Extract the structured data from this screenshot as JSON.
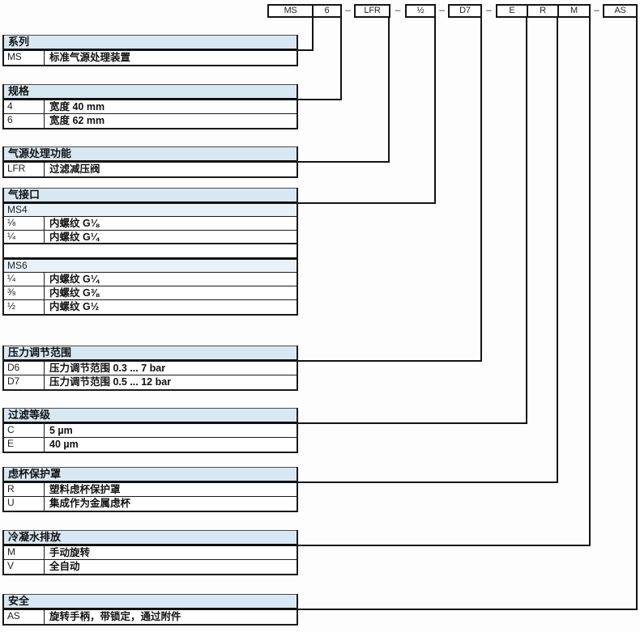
{
  "colors": {
    "header_bg": "#d8e8f3",
    "subheader_bg": "#e9f1f8",
    "border": "#1a1a1a"
  },
  "code": {
    "boxes": [
      "MS",
      "6",
      "LFR",
      "½",
      "D7",
      "E",
      "R",
      "M",
      "AS"
    ],
    "separator": "–"
  },
  "sections": [
    {
      "title": "系列",
      "rows": [
        {
          "code": "MS",
          "desc": "标准气源处理装置"
        }
      ]
    },
    {
      "title": "规格",
      "rows": [
        {
          "code": "4",
          "desc": "宽度 40 mm"
        },
        {
          "code": "6",
          "desc": "宽度 62 mm"
        }
      ]
    },
    {
      "title": "气源处理功能",
      "rows": [
        {
          "code": "LFR",
          "desc": "过滤减压阀"
        }
      ]
    },
    {
      "title": "气接口",
      "groups": [
        {
          "label": "MS4",
          "rows": [
            {
              "code": "⅛",
              "desc": "内螺纹 G⅛"
            },
            {
              "code": "¼",
              "desc": "内螺纹 G¼"
            }
          ]
        },
        {
          "label": "MS6",
          "rows": [
            {
              "code": "¼",
              "desc": "内螺纹 G¼"
            },
            {
              "code": "⅜",
              "desc": "内螺纹 G⅜"
            },
            {
              "code": "½",
              "desc": "内螺纹 G½"
            }
          ]
        }
      ]
    },
    {
      "title": "压力调节范围",
      "rows": [
        {
          "code": "D6",
          "desc": "压力调节范围 0.3 ... 7 bar"
        },
        {
          "code": "D7",
          "desc": "压力调节范围 0.5 ... 12 bar"
        }
      ]
    },
    {
      "title": "过滤等级",
      "rows": [
        {
          "code": "C",
          "desc": "5 µm"
        },
        {
          "code": "E",
          "desc": "40 µm"
        }
      ]
    },
    {
      "title": "虑杯保护罩",
      "rows": [
        {
          "code": "R",
          "desc": "塑料虑杯保护罩"
        },
        {
          "code": "U",
          "desc": "集成作为金属虑杯"
        }
      ]
    },
    {
      "title": "冷凝水排放",
      "rows": [
        {
          "code": "M",
          "desc": "手动旋转"
        },
        {
          "code": "V",
          "desc": "全自动"
        }
      ]
    },
    {
      "title": "安全",
      "rows": [
        {
          "code": "AS",
          "desc": "旋转手柄，带锁定，通过附件"
        }
      ]
    }
  ]
}
